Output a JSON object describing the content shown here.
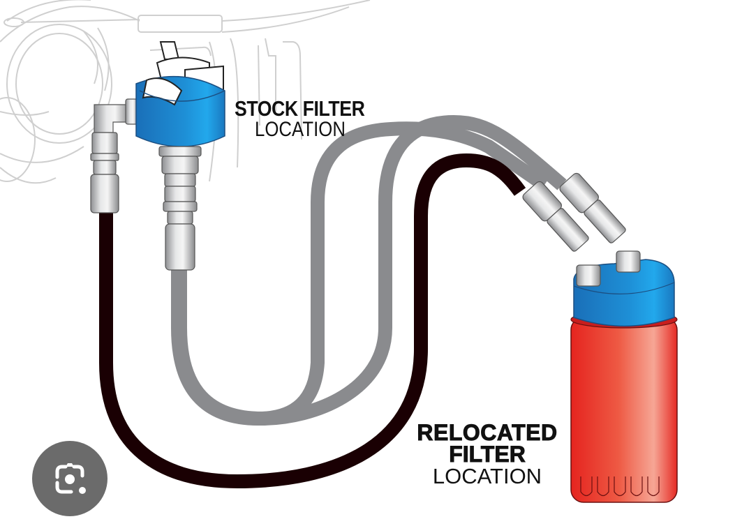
{
  "diagram": {
    "title": "Fuel filter relocation diagram",
    "labels": {
      "stock": {
        "line1": "STOCK FILTER",
        "line2": "LOCATION"
      },
      "relocated": {
        "line1": "RELOCATED",
        "line2": "FILTER",
        "line3": "LOCATION"
      }
    },
    "components": [
      {
        "name": "engine-background-outline",
        "color": "#c8c8c8"
      },
      {
        "name": "stock-filter-housing",
        "color": "#1e8fd6"
      },
      {
        "name": "relocated-filter-head",
        "color": "#1e8fd6"
      },
      {
        "name": "relocated-filter-canister",
        "color": "#e8322b"
      },
      {
        "name": "supply-hose",
        "color": "#1a0003"
      },
      {
        "name": "return-hose",
        "color": "#8a8b8e"
      },
      {
        "name": "hose-fittings",
        "color": "#b9babc"
      }
    ]
  },
  "overlay": {
    "lens_button": {
      "icon": "google-lens-camera-icon",
      "color": "#6b6b6b"
    }
  }
}
